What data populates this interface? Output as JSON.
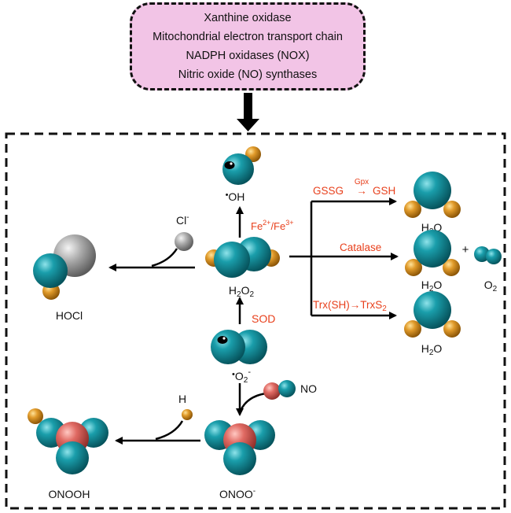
{
  "sources": {
    "items": [
      "Xanthine oxidase",
      "Mitochondrial electron transport chain",
      "NADPH oxidases (NOX)",
      "Nitric oxide (NO) synthases"
    ]
  },
  "labels": {
    "hydroxyl_dot": "•",
    "hydroxyl": "OH",
    "fe": "Fe",
    "fe_sup1": "2+",
    "fe_sep": "/Fe",
    "fe_sup2": "3+",
    "h2o2_h": "H",
    "h2o2_sub1": "2",
    "h2o2_o": "O",
    "h2o2_sub2": "2",
    "sod": "SOD",
    "superoxide_dot": "•",
    "superoxide_o": "O",
    "superoxide_sub": "2",
    "superoxide_sup": "-",
    "chloride": "Cl",
    "chloride_sup": "-",
    "hocl": "HOCl",
    "no": "NO",
    "hydrogen": "H",
    "onoo": "ONOO",
    "onoo_sup": "-",
    "onooh": "ONOOH",
    "gssg": "GSSG",
    "gpx": "Gpx",
    "gpx_arrow": "→",
    "gsh": "GSH",
    "catalase": "Catalase",
    "trx_left": "Trx(SH)→TrxS",
    "trx_sub": "2",
    "water_h": "H",
    "water_sub": "2",
    "water_o": "O",
    "plus": "+",
    "o2_o": "O",
    "o2_sub": "2"
  },
  "colors": {
    "source_fill": "#f2c4e6",
    "oxygen": "#11838f",
    "hydrogen": "#d89020",
    "nitrogen": "#e06a63",
    "chlorine": "#a7a7a7",
    "enzyme_text": "#e8401c",
    "arrow": "#000000"
  }
}
